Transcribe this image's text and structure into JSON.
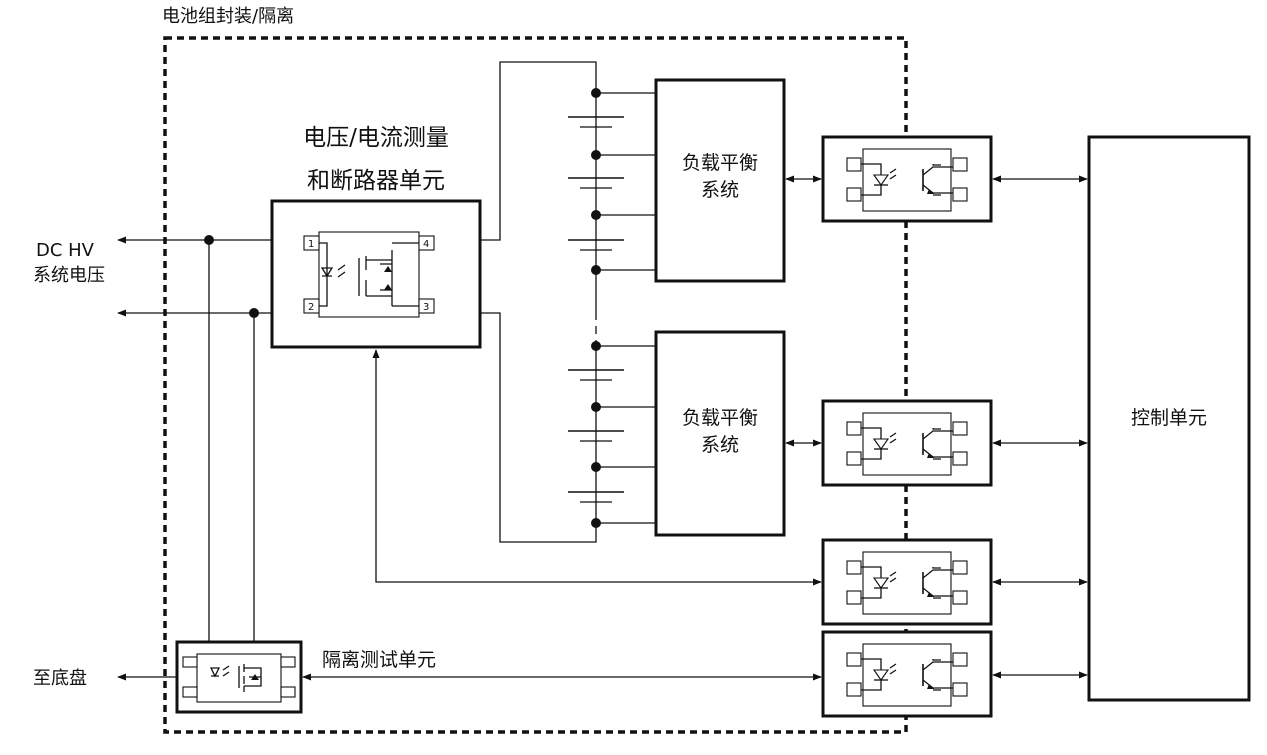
{
  "enclosure": {
    "label": "电池组封装/隔离"
  },
  "measurement_unit": {
    "title_line1": "电压/电流测量",
    "title_line2": "和断路器单元",
    "pins": [
      "1",
      "2",
      "3",
      "4"
    ]
  },
  "balancing_systems": [
    {
      "line1": "负载平衡",
      "line2": "系统"
    },
    {
      "line1": "负载平衡",
      "line2": "系统"
    }
  ],
  "control_unit": {
    "label": "控制单元"
  },
  "isolation_test_unit": {
    "label": "隔离测试单元"
  },
  "external": {
    "dc_hv_line1": "DC HV",
    "dc_hv_line2": "系统电压",
    "chassis": "至底盘"
  }
}
